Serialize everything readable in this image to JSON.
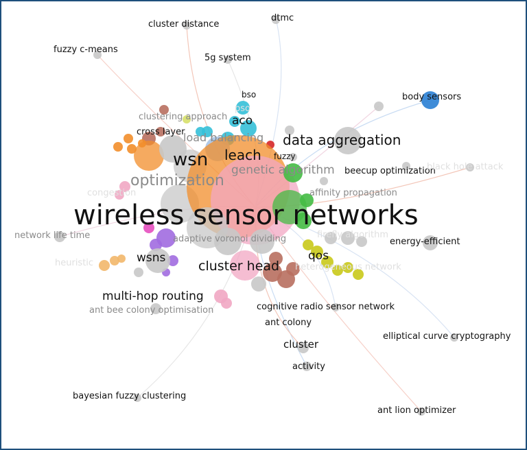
{
  "map": {
    "type": "keyword co-occurrence network",
    "cluster_colors": [
      "#f28e2b",
      "#35c0d8",
      "#2a7fd4",
      "#d62728",
      "#44bb44",
      "#c9c91a",
      "#a16be0",
      "#e64fbf",
      "#b86f5f",
      "#f1a7c3",
      "#f2b76a",
      "#d7e06a",
      "#a8c4e6",
      "#c8c8c8"
    ],
    "labels": [
      {
        "text": "cluster distance"
      },
      {
        "text": "dtmc"
      },
      {
        "text": "fuzzy c-means"
      },
      {
        "text": "5g system"
      },
      {
        "text": "bso"
      },
      {
        "text": "body sensors"
      },
      {
        "text": "pso"
      },
      {
        "text": "clustering approach"
      },
      {
        "text": "aco"
      },
      {
        "text": "cross layer"
      },
      {
        "text": "load balancing"
      },
      {
        "text": "data aggregation"
      },
      {
        "text": "fuzzy"
      },
      {
        "text": "leach"
      },
      {
        "text": "wsn"
      },
      {
        "text": "genetic algorithm"
      },
      {
        "text": "beecup optimization"
      },
      {
        "text": "black hole attack"
      },
      {
        "text": "optimization"
      },
      {
        "text": "congestion"
      },
      {
        "text": "affinity propagation"
      },
      {
        "text": "wireless sensor networks"
      },
      {
        "text": "network life time"
      },
      {
        "text": "adaptive voronoi dividing"
      },
      {
        "text": "firefly algorithm"
      },
      {
        "text": "energy-efficient"
      },
      {
        "text": "heuristic"
      },
      {
        "text": "wsns"
      },
      {
        "text": "qos"
      },
      {
        "text": "cluster head"
      },
      {
        "text": "heterogeneous network"
      },
      {
        "text": "multi-hop routing"
      },
      {
        "text": "ant bee colony optimisation"
      },
      {
        "text": "cognitive radio sensor network"
      },
      {
        "text": "ant colony"
      },
      {
        "text": "elliptical curve cryptography"
      },
      {
        "text": "cluster"
      },
      {
        "text": "activity"
      },
      {
        "text": "bayesian fuzzy clustering"
      },
      {
        "text": "ant lion optimizer"
      }
    ]
  }
}
